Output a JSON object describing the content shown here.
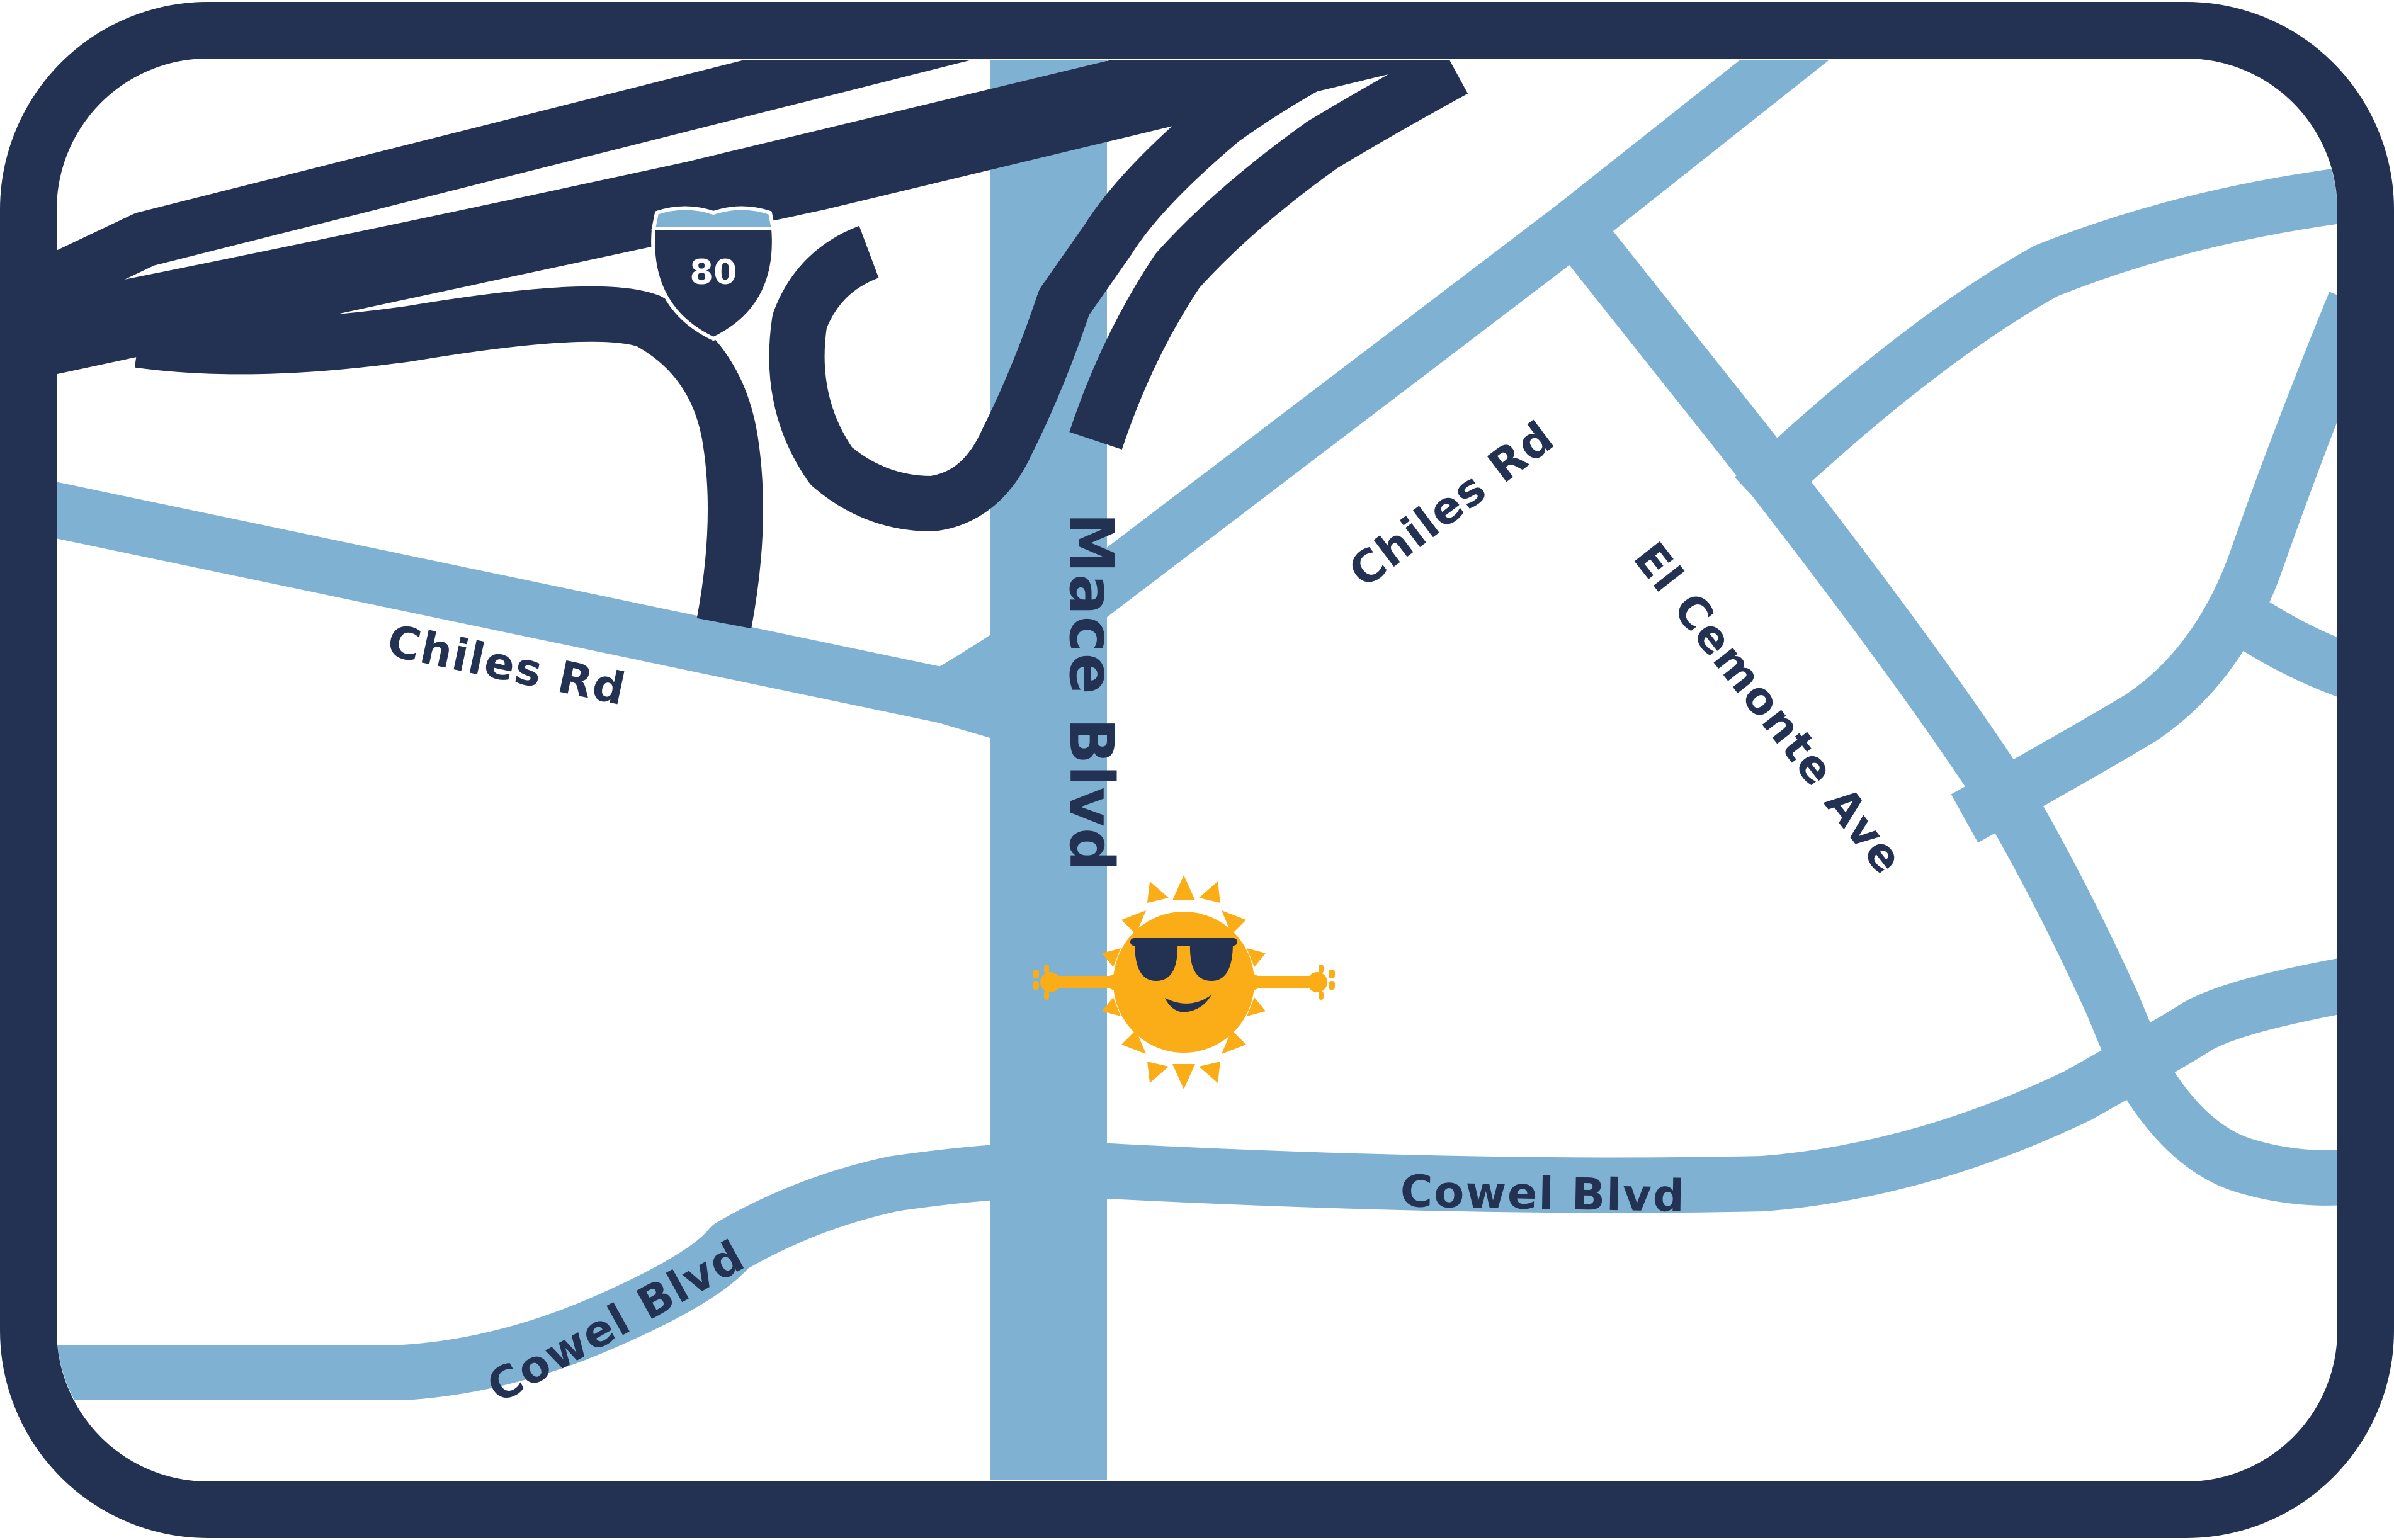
{
  "colors": {
    "frame": "#233252",
    "local_road": "#7fb1d2",
    "highway": "#233252",
    "background": "#ffffff",
    "marker": "#fbad18",
    "shield_top": "#7fb1d2",
    "shield_body": "#233252"
  },
  "highway_shield": {
    "icon": "interstate-shield-icon",
    "number": "80"
  },
  "roads": {
    "mace_blvd": {
      "label": "Mace Blvd"
    },
    "chiles_rd_west": {
      "label": "Chiles Rd"
    },
    "chiles_rd_east": {
      "label": "Chiles Rd"
    },
    "el_cemonte_ave": {
      "label": "El Cemonte Ave"
    },
    "cowel_blvd_east": {
      "label": "Cowel Blvd"
    },
    "cowel_blvd_west": {
      "label": "Cowel Blvd"
    }
  },
  "location_marker": {
    "icon": "sun-with-sunglasses-icon"
  }
}
